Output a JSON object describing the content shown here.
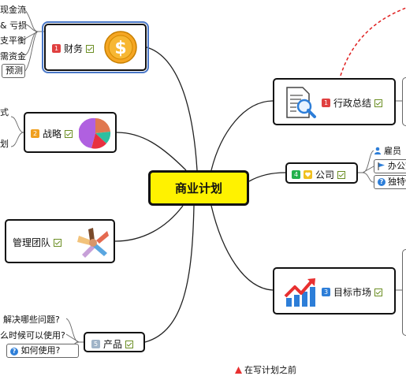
{
  "central": "商业计划",
  "branches": {
    "finance": {
      "num": "1",
      "label": "财务",
      "color": "#e04040",
      "children": [
        "现金流",
        "& 亏损",
        "支平衡",
        "需资金",
        "预测"
      ]
    },
    "strategy": {
      "num": "2",
      "label": "战略",
      "color": "#f0a020",
      "children": [
        "式",
        "划"
      ]
    },
    "team": {
      "label": "管理团队"
    },
    "product": {
      "num": "5",
      "label": "产品",
      "color": "#a0b4c8",
      "children": [
        "解决哪些问题?",
        "么时候可以使用?",
        "如何使用?"
      ]
    },
    "admin": {
      "num": "1",
      "label": "行政总结",
      "color": "#e04040"
    },
    "company": {
      "num": "4",
      "label": "公司",
      "color": "#22b14c",
      "children": [
        "雇员",
        "办公室",
        "独特性"
      ]
    },
    "market": {
      "num": "3",
      "label": "目标市场",
      "color": "#2d7ed8"
    }
  },
  "bottom_note": "在写计划之前",
  "colors": {
    "central_fill": "#fff200",
    "dashed_link": "#e02020",
    "selection": "#4a78c8"
  }
}
